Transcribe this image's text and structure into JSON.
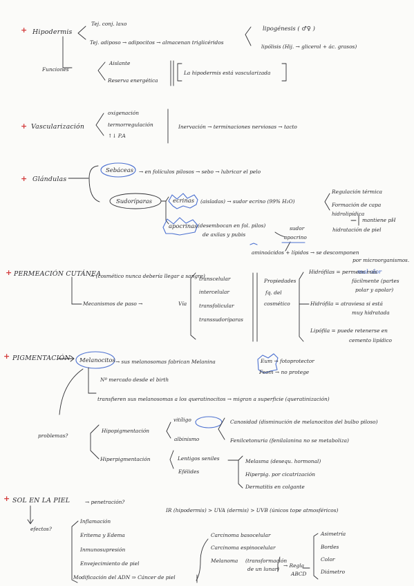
{
  "colors": {
    "ink": "#2a2a2e",
    "bullet": "#d33a3a",
    "highlight": "#3f63c4",
    "paper": "#fbfbf9"
  },
  "bullet_symbol": "+",
  "hipodermis": {
    "title": "Hipodermis",
    "line1": "Tej. conj. laxo",
    "line2": "Tej. adiposo → adipocitos → almacenan triglicéridos",
    "lipogenesis": "lipogénesis ( ♂♀ )",
    "lipolisis": "lipólisis (Hij. → glicerol + ác. grasos)",
    "funciones": "Funciones",
    "f1": "Aislante",
    "f2": "Reserva energética",
    "note": "La hipodermis está vascularizada"
  },
  "vascularizacion": {
    "title": "Vascularización",
    "items": [
      "oxigenación",
      "termorregulación",
      "↑↓ P.A"
    ],
    "inervacion": "Inervación → terminaciones nerviosas → tacto"
  },
  "glandulas": {
    "title": "Glándulas",
    "sebaceas": "Sebáceas",
    "sebaceas_desc": "→ en folículos pilosos → sebo → lubricar el pelo",
    "sudoriparas": "Sudoríparas",
    "ecrinas": "ecrinas",
    "ecrinas_desc": "(aisladas) → sudor ecrino (99% H₂O)",
    "ecr_f1": "Regulación térmica",
    "ecr_f2": "Formación de capa",
    "ecr_f3": "hidrolipídica",
    "ecr_f4": "mantiene pH",
    "ecr_f5": "hidratación de piel",
    "apocrinas": "apocrinas",
    "apocrinas_desc1": "(desembocan en fol. pilos)",
    "apocrinas_desc2": "de axilas y pubis",
    "sudor_ap1": "sudor",
    "sudor_ap2": "apocrino",
    "aminoacidos": "aminoácidos + lípidos → se descomponen",
    "bacterias": "por microorganismos.",
    "mal_olor": "mal olor"
  },
  "permeacion": {
    "title": "PERMEACIÓN CUTÁNEA",
    "desc": "→ (cosmético nunca debería llegar a sangre)",
    "mecanismos": "Mecanismos de paso →",
    "via": "Vía",
    "vias": [
      "transcelular",
      "intercelular",
      "transfolicular",
      "transsudoríparas"
    ],
    "propiedades1": "Propiedades",
    "propiedades2": "fq. del",
    "propiedades3": "cosmético",
    "lipofilas1": "Hidrófilas = permean más",
    "lipofilas2": "fácilmente (partes",
    "lipofilas3": "polar y apolar)",
    "hidrofilas1": "Hidrófila = atraviesa si está",
    "hidrofilas2": "muy hidratada",
    "lipofila1": "Lipófila = puede retenerse en",
    "lipofila2": "cemento lipídico"
  },
  "pigmentacion": {
    "title": "PIGMENTACIÓN",
    "melanocitos": "Melanocitos",
    "melanocitos_desc": "→ sus melanosomas fabrican Melanina",
    "eum1": "Eum → fotoprotector",
    "feom": "Feom → no protege",
    "numero": "Nº mercado desde el birth",
    "transfieren": "transfieren sus melanosomas a los queratinocitos → migran a superficie (queratinización)",
    "problemas": "problemas?",
    "hipo": "Hipopigmentación",
    "vitiligo": "vitíligo",
    "albinismo": "albinismo",
    "hipo_c1": "Canosidad (disminución de melanocitos del bulbo piloso)",
    "hipo_c2": "Fenilcetonuria (fenilalanina no se metaboliza)",
    "hiper": "Hiperpigmentación",
    "hiper_a1": "Lentigos seniles",
    "hiper_a2": "Efélides",
    "hiper_b1": "Melasma (desequ. hormonal)",
    "hiper_b2": "Hiperpig. por cicatrización",
    "hiper_b3": "Dermatitis en colgante"
  },
  "sol": {
    "title": "SOL EN LA PIEL",
    "penetracion": "→ penetración?",
    "ir": "IR (hipodermis) > UVA (dermis) > UVB (únicos tope atmosféricos)",
    "efectos": "efectos?",
    "e1": "Inflamación",
    "e2": "Eritema y Edema",
    "e3": "Inmunosupresión",
    "e4": "Envejecimiento de piel",
    "e5": "Modificación del ADN ⇒ Cáncer de piel",
    "c1": "Carcinoma basocelular",
    "c2": "Carcinoma espinocelular",
    "c3": "Melanoma",
    "c3b1": "(transformación",
    "c3b2": "de un lunar)",
    "regla1": "→ Regla",
    "regla2": "ABCD",
    "abcd": [
      "Asimetría",
      "Bordes",
      "Color",
      "Diámetro"
    ]
  }
}
